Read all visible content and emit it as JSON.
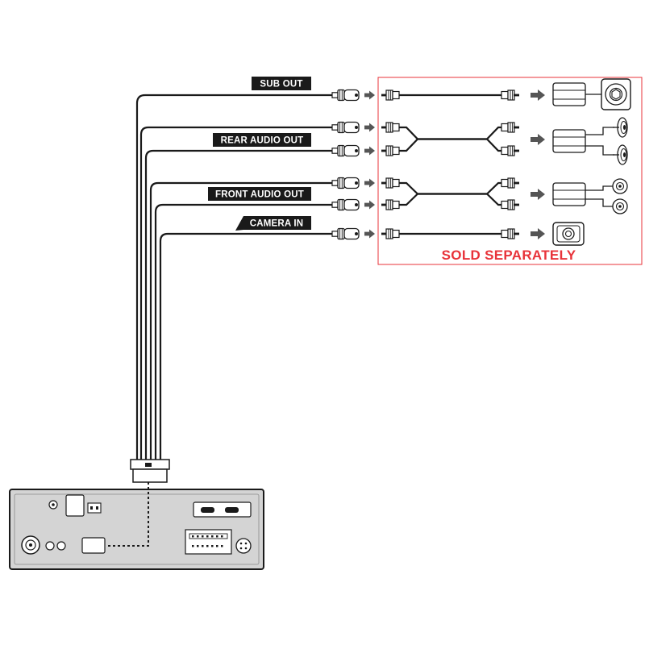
{
  "labels": {
    "sub_out": "SUB OUT",
    "rear_audio_out": "REAR AUDIO OUT",
    "front_audio_out": "FRONT AUDIO OUT",
    "camera_in": "CAMERA IN"
  },
  "sold_separately": "SOLD SEPARATELY",
  "colors": {
    "cable": "#1a1a1a",
    "label_bg": "#1a1a1a",
    "arrow": "#555555",
    "sold_separately": "#e8333a",
    "unit_body": "#d4d4d4"
  },
  "icons": [
    "rca-female-plug",
    "rca-male-plug",
    "arrow-right",
    "amplifier",
    "subwoofer",
    "speaker",
    "rearview-camera",
    "head-unit"
  ]
}
